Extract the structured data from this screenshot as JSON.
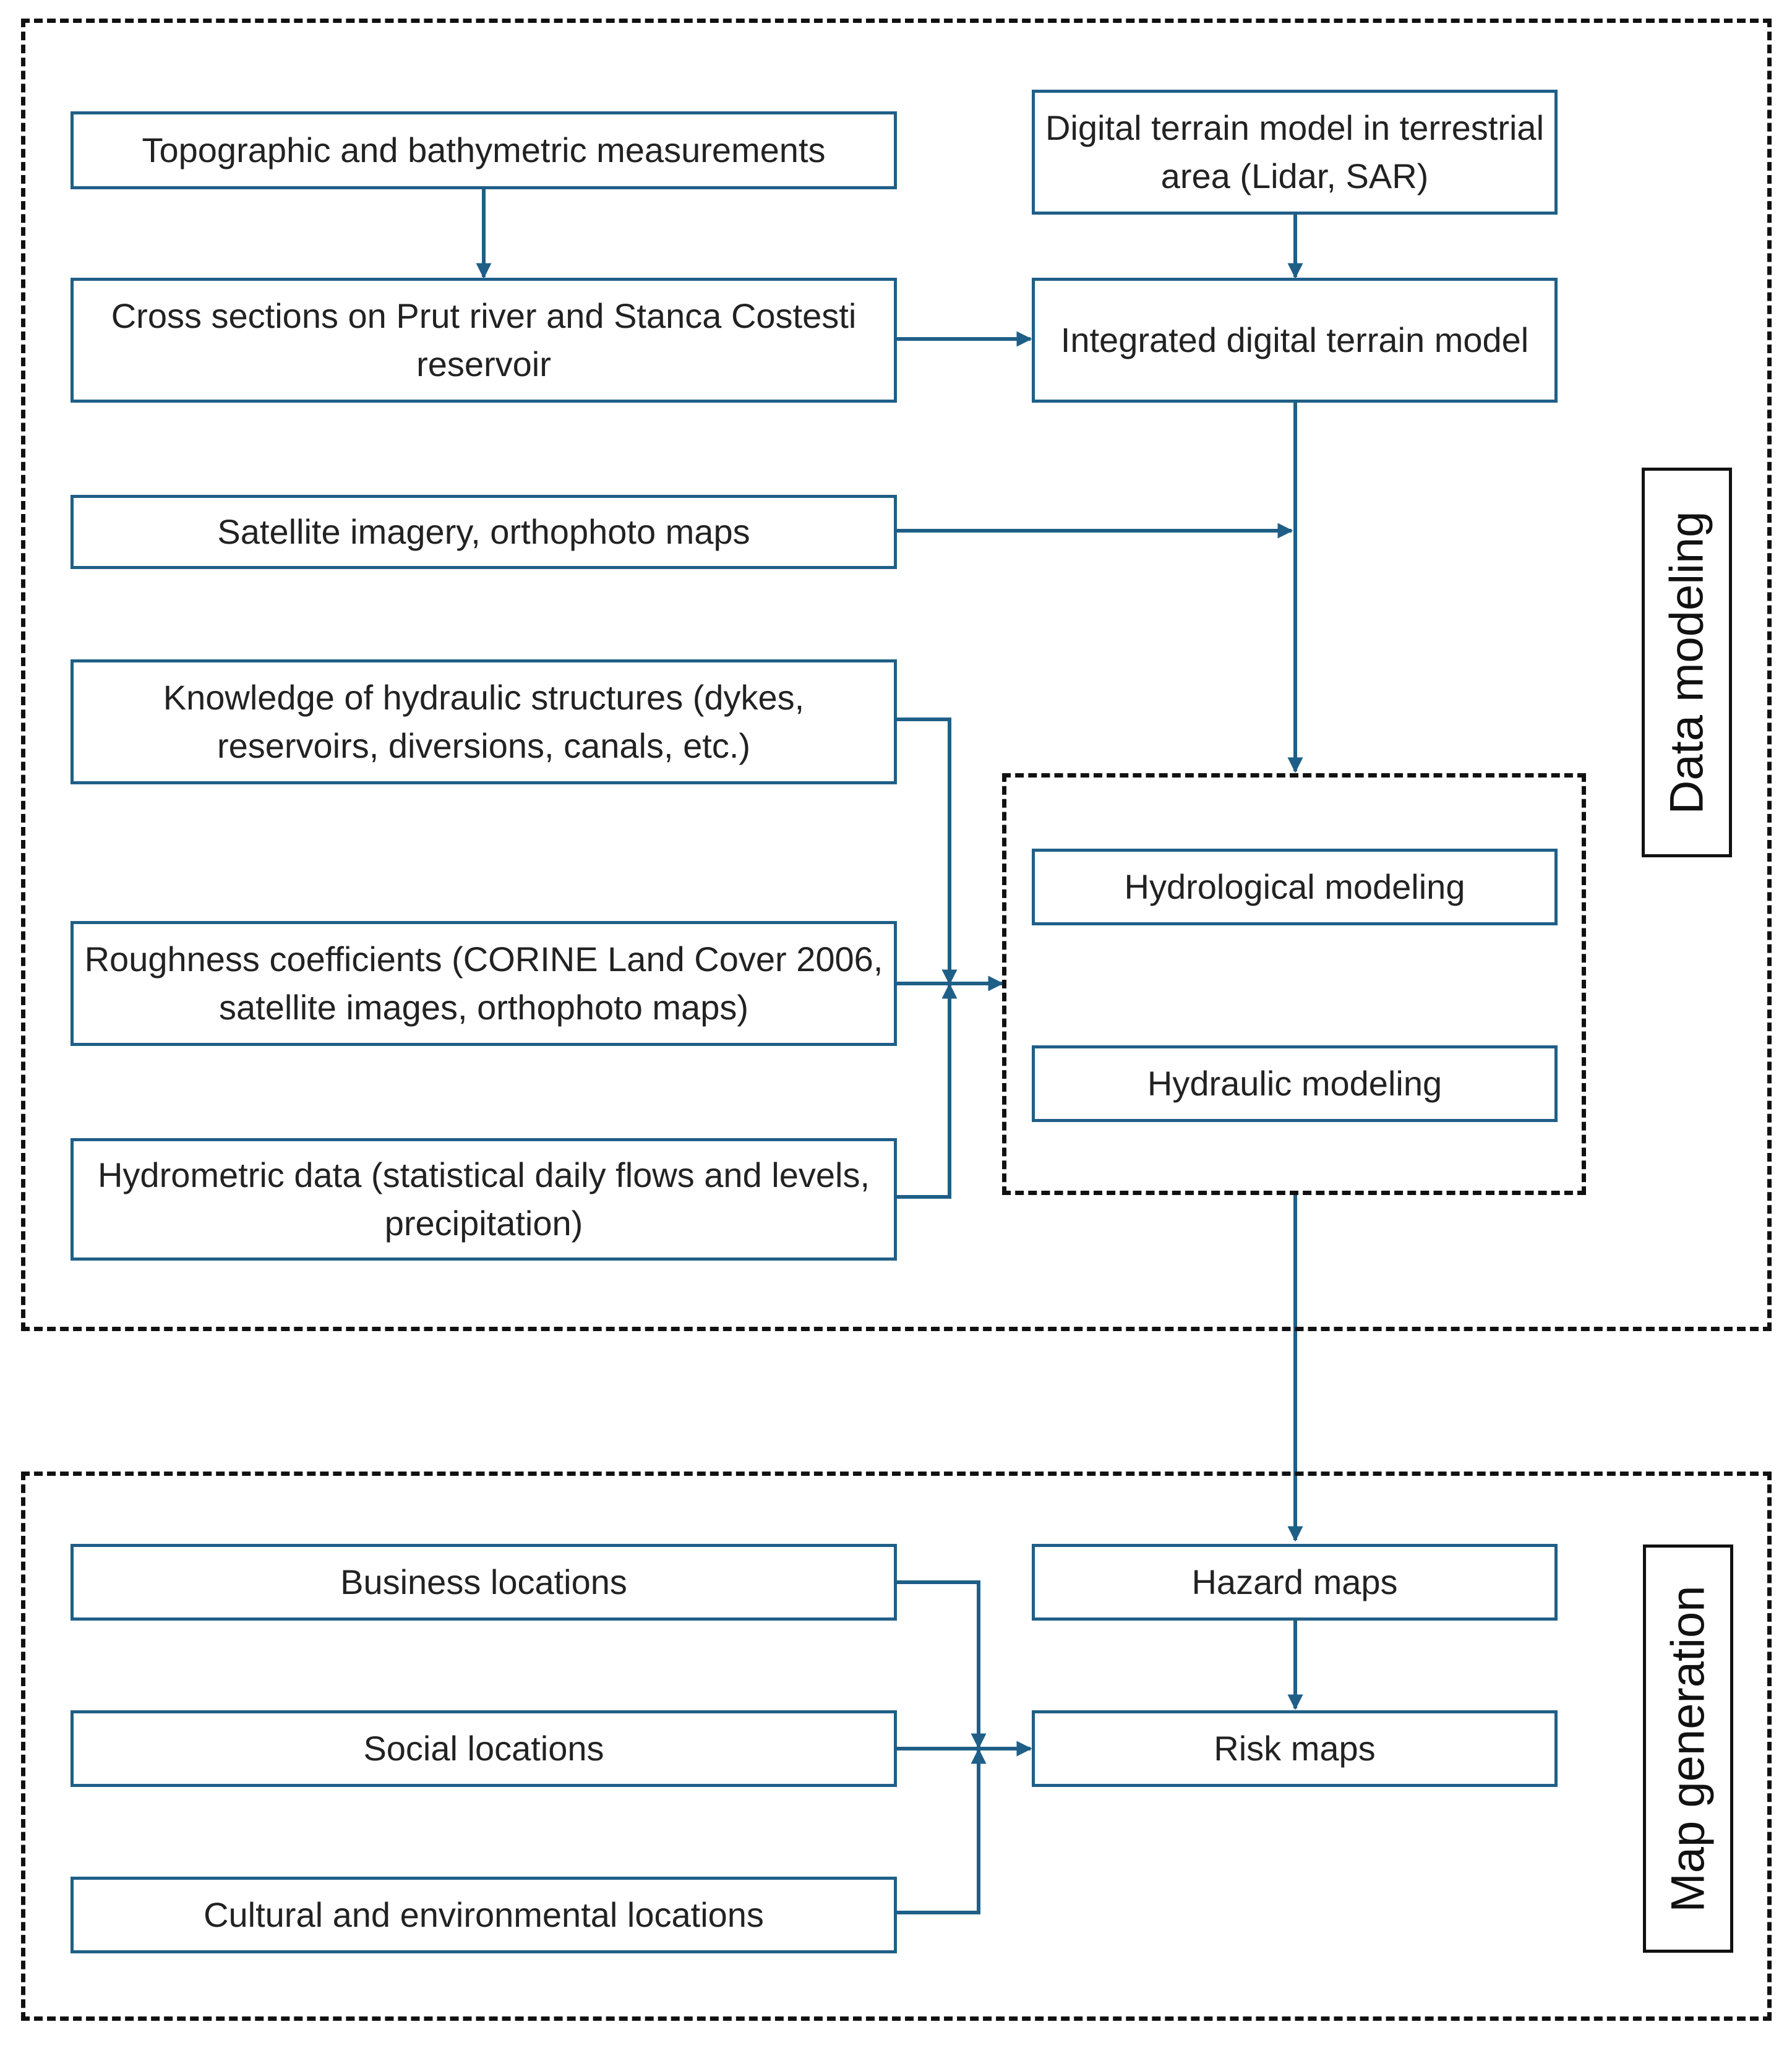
{
  "groups": {
    "data_modeling": "Data modeling",
    "map_generation": "Map generation"
  },
  "nodes": {
    "topo": "Topographic and bathymetric measurements",
    "dtm_terrestrial": "Digital terrain model in terrestrial area (Lidar, SAR)",
    "cross_sections": "Cross sections on Prut river and Stanca Costesti reservoir",
    "integrated_dtm": "Integrated digital terrain model",
    "satellite": "Satellite imagery, orthophoto maps",
    "hydraulic_structures": "Knowledge of hydraulic structures (dykes, reservoirs, diversions, canals, etc.)",
    "hydrological_modeling": "Hydrological modeling",
    "roughness": "Roughness coefficients (CORINE Land Cover 2006, satellite images, orthophoto maps)",
    "hydraulic_modeling": "Hydraulic modeling",
    "hydrometric": "Hydrometric data (statistical daily flows and levels, precipitation)",
    "business": "Business locations",
    "hazard": "Hazard maps",
    "social": "Social locations",
    "risk": "Risk maps",
    "cultural": "Cultural and environmental locations"
  },
  "colors": {
    "box_border": "#1f5f87",
    "arrow": "#1f5f87",
    "dashed_border": "#111111"
  }
}
